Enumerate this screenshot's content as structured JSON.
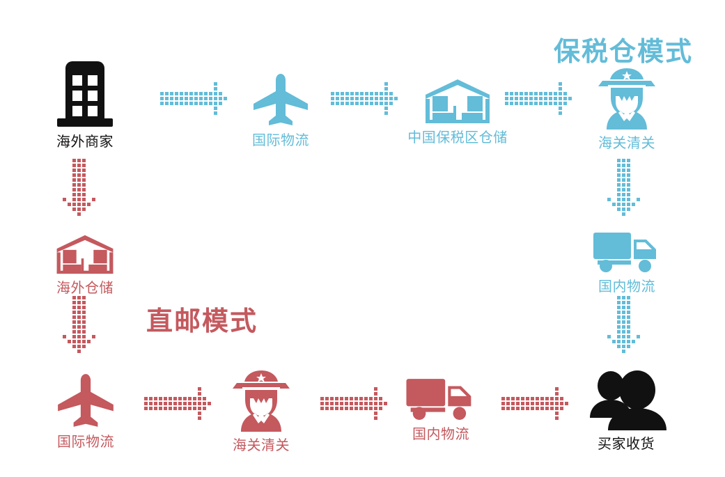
{
  "diagram": {
    "type": "flow-diagram",
    "title_bonded": "保税仓模式",
    "title_direct": "直邮模式",
    "colors": {
      "blue": "#63bcd8",
      "red": "#c4595e",
      "black": "#111111",
      "background": "#ffffff"
    }
  },
  "nodes": {
    "merchant": {
      "label": "海外商家",
      "icon": "office-building-icon",
      "color": "#111111"
    },
    "intl_logistics_b": {
      "label": "国际物流",
      "icon": "airplane-icon",
      "color": "#63bcd8"
    },
    "bonded_warehouse": {
      "label": "中国保税区仓储",
      "icon": "warehouse-icon",
      "color": "#63bcd8"
    },
    "customs_b": {
      "label": "海关清关",
      "icon": "customs-officer-icon",
      "color": "#63bcd8"
    },
    "domestic_log_b": {
      "label": "国内物流",
      "icon": "delivery-truck-icon",
      "color": "#63bcd8"
    },
    "overseas_wh": {
      "label": "海外仓储",
      "icon": "warehouse-icon",
      "color": "#c4595e"
    },
    "intl_logistics_d": {
      "label": "国际物流",
      "icon": "airplane-icon",
      "color": "#c4595e"
    },
    "customs_d": {
      "label": "海关清关",
      "icon": "customs-officer-icon",
      "color": "#c4595e"
    },
    "domestic_log_d": {
      "label": "国内物流",
      "icon": "delivery-truck-icon",
      "color": "#c4595e"
    },
    "buyer": {
      "label": "买家收货",
      "icon": "buyers-people-icon",
      "color": "#111111"
    }
  },
  "arrows": [
    {
      "name": "arrow-merchant-to-intl",
      "direction": "right",
      "color": "#63bcd8"
    },
    {
      "name": "arrow-intl-to-bonded",
      "direction": "right",
      "color": "#63bcd8"
    },
    {
      "name": "arrow-bonded-to-customs",
      "direction": "right",
      "color": "#63bcd8"
    },
    {
      "name": "arrow-customs-to-domestic",
      "direction": "down",
      "color": "#63bcd8"
    },
    {
      "name": "arrow-domestic-to-buyer",
      "direction": "down",
      "color": "#63bcd8"
    },
    {
      "name": "arrow-merchant-to-overseas-wh",
      "direction": "down",
      "color": "#c4595e"
    },
    {
      "name": "arrow-overseas-wh-to-intl",
      "direction": "down",
      "color": "#c4595e"
    },
    {
      "name": "arrow-intl-to-customs",
      "direction": "right",
      "color": "#c4595e"
    },
    {
      "name": "arrow-customs-to-domestic-d",
      "direction": "right",
      "color": "#c4595e"
    },
    {
      "name": "arrow-domestic-to-buyer-d",
      "direction": "right",
      "color": "#c4595e"
    }
  ]
}
